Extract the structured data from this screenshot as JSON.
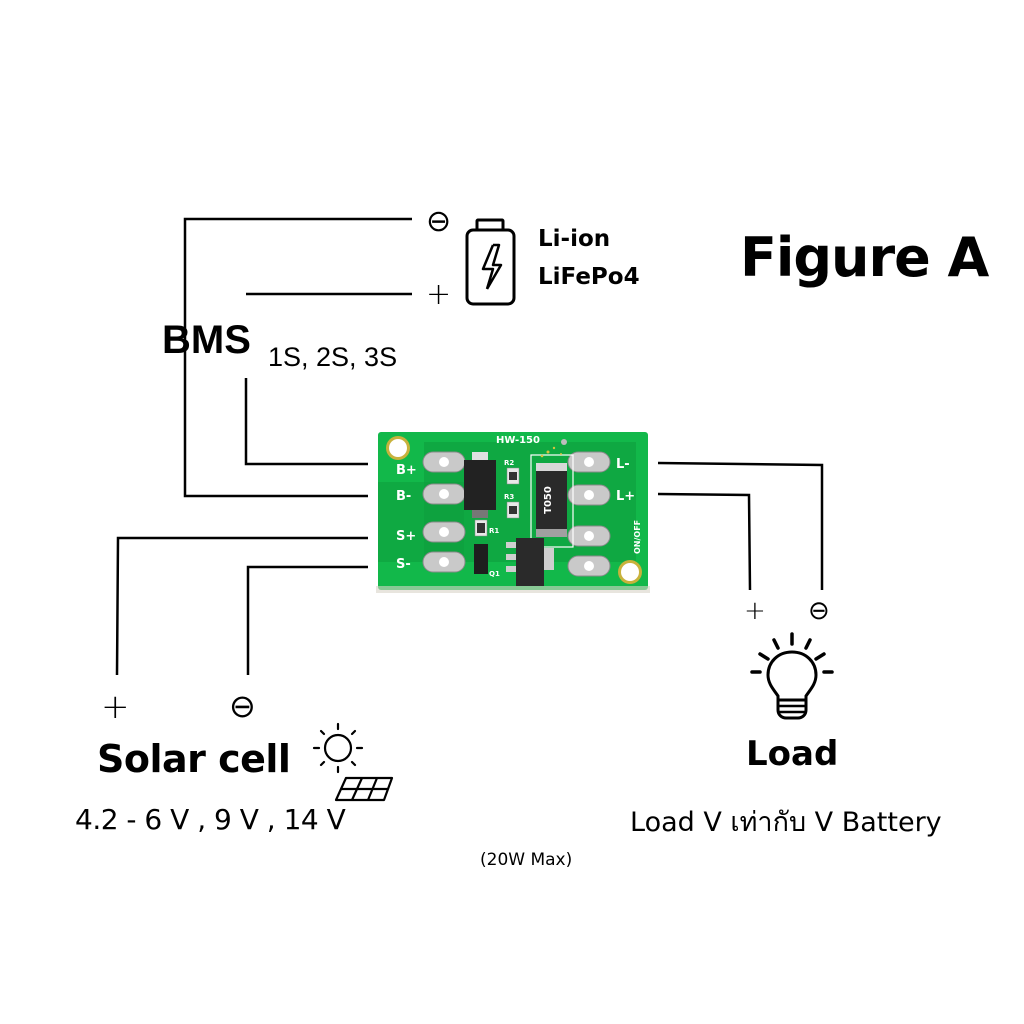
{
  "figure": {
    "title": "Figure A"
  },
  "battery": {
    "icon": "battery-charging-icon",
    "types": [
      "Li-ion",
      "LiFePo4"
    ],
    "negative_symbol": "⊖",
    "positive_symbol": "+"
  },
  "bms": {
    "label": "BMS",
    "config": "1S, 2S, 3S"
  },
  "board": {
    "model": "HW-150",
    "left_terminals": [
      "B+",
      "B-",
      "S+",
      "S-"
    ],
    "right_terminals": [
      "L-",
      "L+"
    ],
    "switch_label": "ON/OFF",
    "component_labels": [
      "R1",
      "R2",
      "R3",
      "Q1",
      "T050"
    ],
    "colors": {
      "pcb": "#12b84a",
      "pad": "#c9c9c9",
      "silkscreen": "#ffffff"
    }
  },
  "solar": {
    "label": "Solar cell",
    "voltage": "4.2 -  6 V , 9 V , 14 V",
    "positive_symbol": "+",
    "negative_symbol": "⊖",
    "icon": "solar-panel-icon"
  },
  "load": {
    "label": "Load",
    "note": "Load V เท่ากับ V Battery",
    "positive_symbol": "+",
    "negative_symbol": "⊖",
    "icon": "lightbulb-icon"
  },
  "max_power": "(20W Max)"
}
